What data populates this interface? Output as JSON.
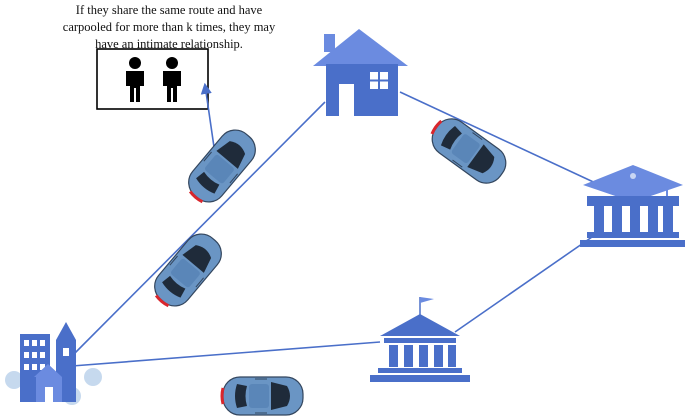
{
  "caption": {
    "lines": [
      "If they share the same route and have",
      "carpooled for more than k times, they may",
      "have an intimate relationship."
    ]
  },
  "colors": {
    "building": "#4a6fc9",
    "roof": "#6b8be0",
    "route": "#4a6fc9",
    "car_body": "#6a95c4",
    "car_dark": "#1f2b3a",
    "tail_light": "#d9262c",
    "tree": "#c6d9ee",
    "person": "#000000"
  },
  "icons": {
    "house": "house-icon",
    "university": "graduation-building-icon",
    "bank": "bank-building-icon",
    "city": "city-buildings-icon",
    "person": "person-icon",
    "car": "car-icon"
  }
}
